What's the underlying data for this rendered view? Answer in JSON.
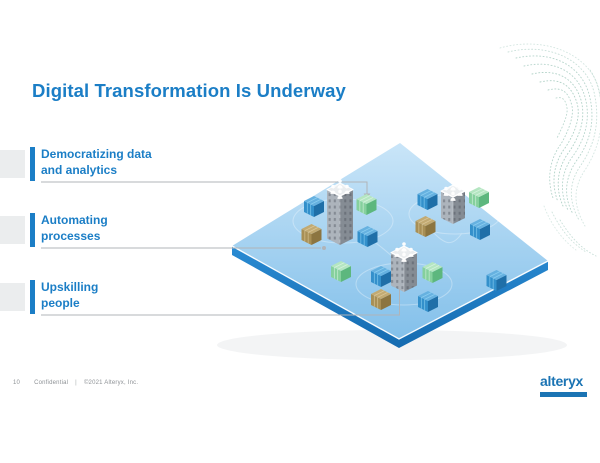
{
  "title": "Digital Transformation Is Underway",
  "bullets": [
    {
      "label": "Democratizing data\nand analytics"
    },
    {
      "label": "Automating\nprocesses"
    },
    {
      "label": "Upskilling\npeople"
    }
  ],
  "footer": {
    "page_number": "10",
    "confidential_label": "Confidential",
    "divider": "|",
    "copyright": "©2021 Alteryx, Inc."
  },
  "logo": {
    "wordmark": "alteryx"
  },
  "illustration": {
    "main_icon": "isometric-city-platform-illustration",
    "decoration_icon": "dotted-contour-wave-pattern",
    "roof_icon": "people-network-icon"
  },
  "colors": {
    "accent_blue": "#1b7ec6",
    "platform_light": "#c9e5f8",
    "platform_dark": "#83c0ea",
    "rim_blue_top": "#2a8bd3",
    "rim_blue_bottom": "#156bb0",
    "connector_gray": "#b0b4b8",
    "tower_gray_light": "#adb4bc",
    "tower_gray_dark": "#9097a0",
    "roof_white": "#eaedef",
    "box_blue_left": "#3390cb",
    "box_blue_right": "#1f6fa8",
    "box_blue_top": "#66b1e0",
    "box_green_left": "#85d09d",
    "box_green_right": "#5db77e",
    "box_green_top": "#b4e6c1",
    "box_brown_left": "#a88f55",
    "box_brown_right": "#8c7540",
    "box_brown_top": "#c2aa72",
    "decoration_teal": "#84b8a8",
    "footer_gray": "#8e9296",
    "chip_gray": "#ebedee"
  }
}
